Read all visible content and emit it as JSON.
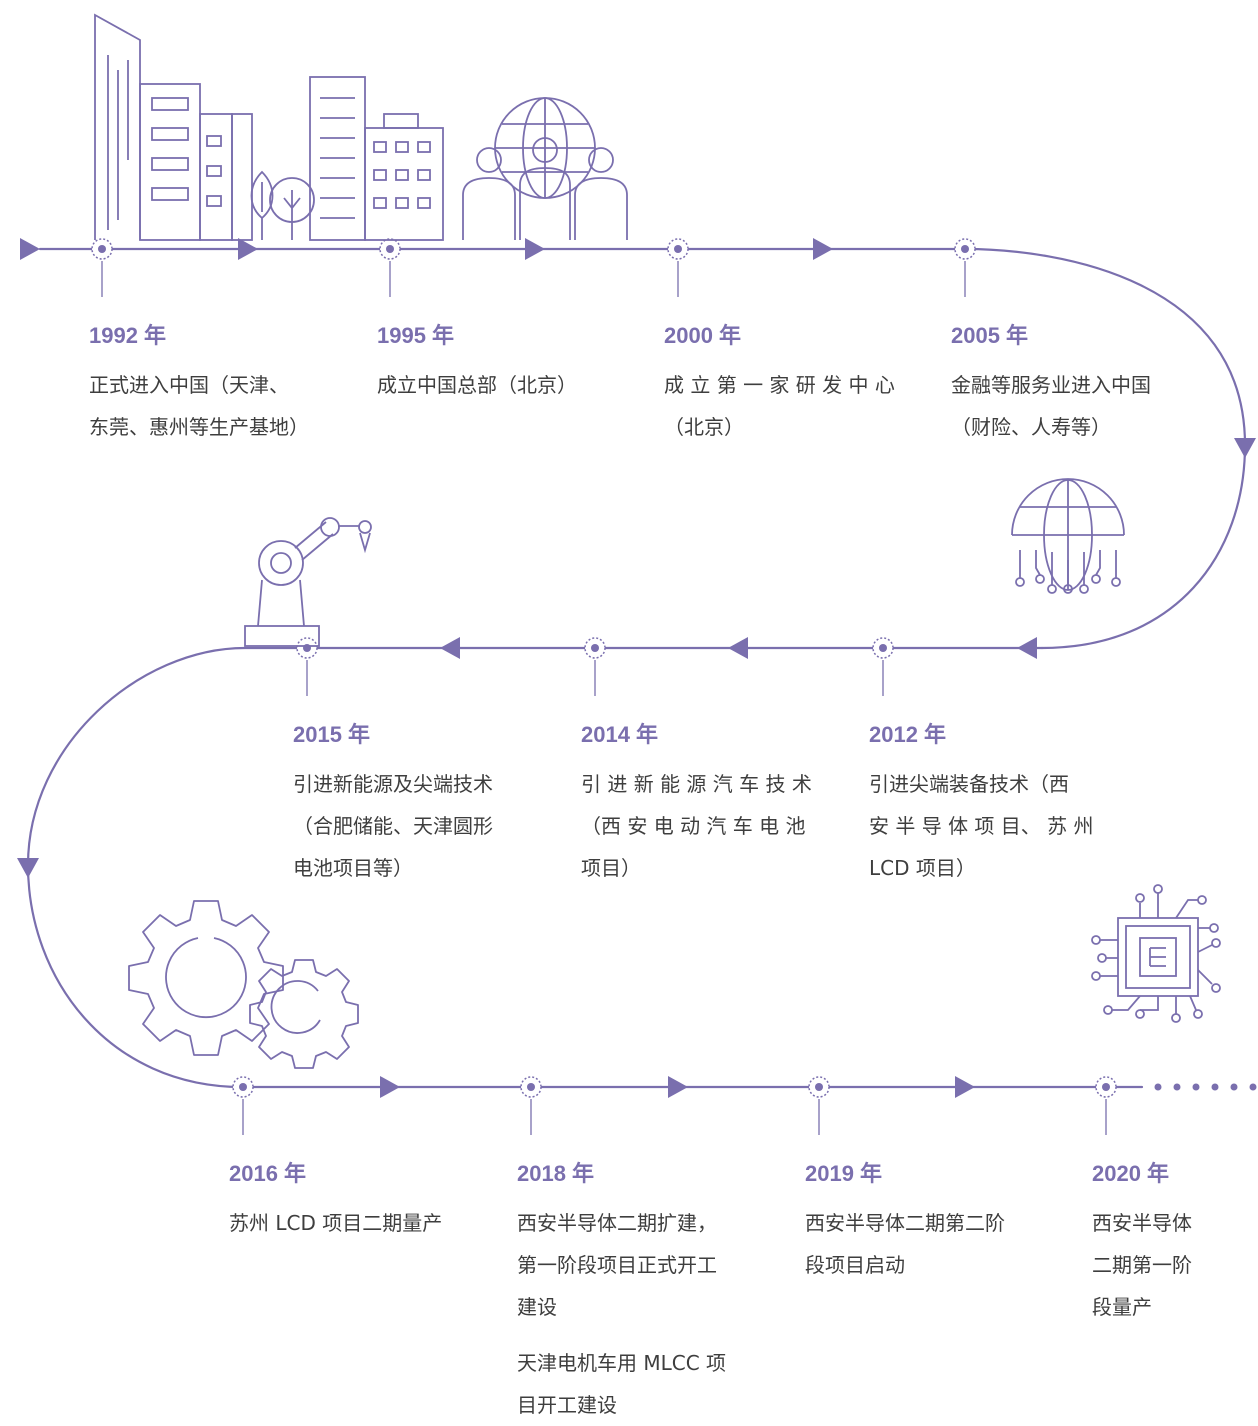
{
  "colors": {
    "line": "#7a6fae",
    "year": "#7a6fae",
    "text": "#3e3e3e"
  },
  "icons": [
    "city-buildings-icon",
    "globe-people-icon",
    "globe-network-icon",
    "robot-arm-icon",
    "gears-icon",
    "microchip-icon"
  ],
  "events": [
    {
      "year": "1992 年",
      "desc": "正式进入中国（天津、\n东莞、惠州等生产基地）"
    },
    {
      "year": "1995 年",
      "desc": "成立中国总部（北京）"
    },
    {
      "year": "2000 年",
      "desc": "成 立 第 一 家 研 发 中 心\n（北京）"
    },
    {
      "year": "2005 年",
      "desc": "金融等服务业进入中国\n（财险、人寿等）"
    },
    {
      "year": "2012 年",
      "desc": "引进尖端装备技术（西\n安 半 导 体 项 目、 苏 州\nLCD 项目）"
    },
    {
      "year": "2014 年",
      "desc": "引 进 新 能 源 汽 车 技 术\n（西 安 电 动 汽 车 电 池\n项目）"
    },
    {
      "year": "2015 年",
      "desc": "引进新能源及尖端技术\n（合肥储能、天津圆形\n电池项目等）"
    },
    {
      "year": "2016 年",
      "desc": "苏州 LCD 项目二期量产"
    },
    {
      "year": "2018 年",
      "desc": "西安半导体二期扩建，\n第一阶段项目正式开工\n建设",
      "desc2": "天津电机车用 MLCC 项\n目开工建设"
    },
    {
      "year": "2019 年",
      "desc": "西安半导体二期第二阶\n段项目启动"
    },
    {
      "year": "2020 年",
      "desc": "西安半导体\n二期第一阶\n段量产"
    }
  ]
}
